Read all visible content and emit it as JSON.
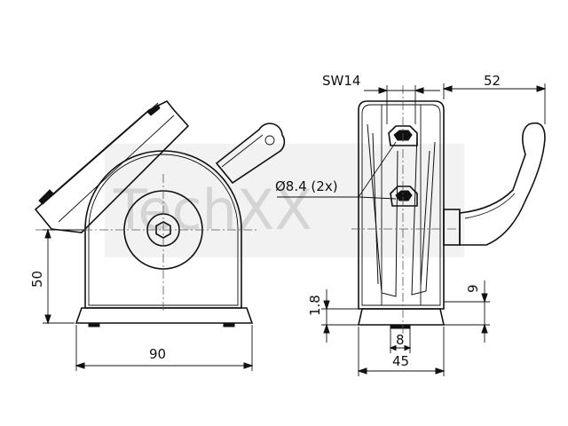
{
  "watermark": {
    "text": "TechXX"
  },
  "dimensions": {
    "sw": "SW14",
    "width_top_right": "52",
    "hole": "Ø8.4 (2x)",
    "height_left": "50",
    "width_bottom_left": "90",
    "thickness": "1.8",
    "slot_width": "8",
    "width_bottom_right": "45",
    "offset_right": "9"
  }
}
